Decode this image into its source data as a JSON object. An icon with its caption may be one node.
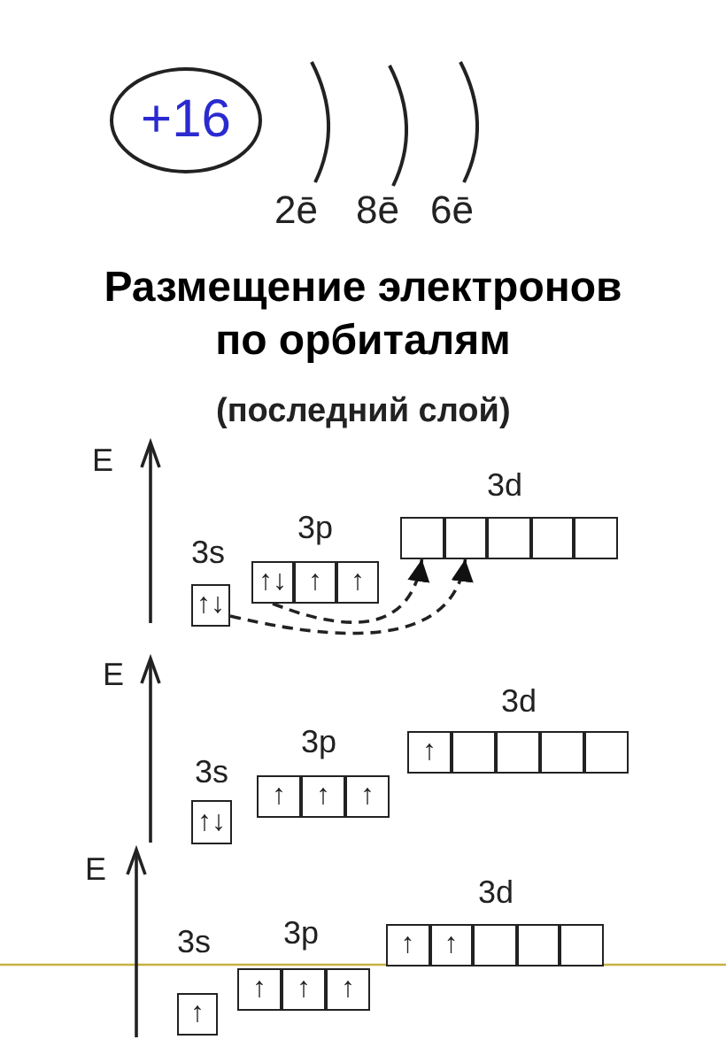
{
  "diagram": {
    "title": "Размещение электронов по орбиталям",
    "nodes": [
      {
        "text": [
          "+16"
        ]
      },
      {
        "text": [
          "↑↓"
        ]
      },
      {
        "text": [
          "↑↓"
        ]
      },
      {
        "text": [
          "↑"
        ]
      },
      {
        "text": [
          "↑"
        ]
      },
      {
        "text": [],
        "shape": "box"
      },
      {
        "text": [],
        "shape": "box"
      },
      {
        "text": [],
        "shape": "box"
      },
      {
        "text": [],
        "shape": "box"
      },
      {
        "text": [],
        "shape": "box"
      },
      {
        "text": [
          "↑↓"
        ]
      },
      {
        "text": [
          "↑"
        ]
      },
      {
        "text": [
          "↑"
        ]
      },
      {
        "text": [
          "↑"
        ]
      },
      {
        "text": [
          "↑"
        ]
      },
      {
        "text": [],
        "shape": "box"
      },
      {
        "text": [],
        "shape": "box"
      },
      {
        "text": [],
        "shape": "box"
      },
      {
        "text": [],
        "shape": "box"
      },
      {
        "text": [
          "↑"
        ]
      },
      {
        "text": [
          "↑"
        ]
      },
      {
        "text": [
          "↑"
        ]
      },
      {
        "text": [
          "↑"
        ]
      },
      {
        "text": [
          "↑"
        ]
      },
      {
        "text": [
          "↑"
        ]
      },
      {
        "text": [],
        "shape": "box"
      },
      {
        "text": [],
        "shape": "box"
      },
      {
        "text": [],
        "shape": "box"
      }
    ],
    "edges": [
      {
        "from": 2,
        "to": 5,
        "arrow": "to",
        "style": "dashed"
      },
      {
        "from": 1,
        "to": 6,
        "arrow": "to",
        "style": "dashed"
      }
    ],
    "labels": [
      "2ē",
      "8ē",
      "6ē",
      "(последний слой)",
      "E",
      "3s",
      "3p",
      "3d",
      "E",
      "3s",
      "3p",
      "3d",
      "E",
      "3s",
      "3p",
      "3d"
    ]
  }
}
